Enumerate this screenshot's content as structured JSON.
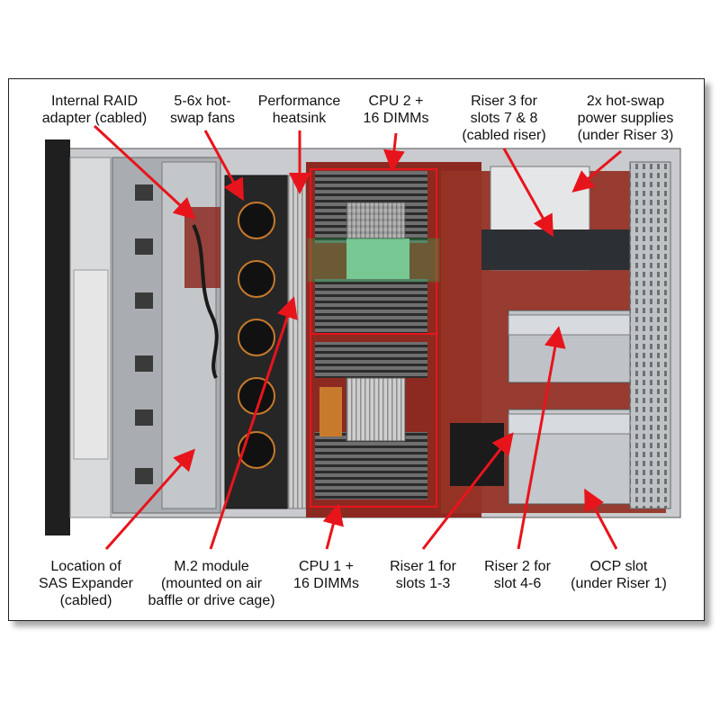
{
  "labels": {
    "raid": [
      "Internal RAID",
      "adapter (cabled)"
    ],
    "fans": [
      "5-6x hot-",
      "swap fans"
    ],
    "heatsink": [
      "Performance",
      "heatsink"
    ],
    "cpu2": [
      "CPU 2 +",
      "16 DIMMs"
    ],
    "riser3": [
      "Riser 3 for",
      "slots 7 & 8",
      "(cabled riser)"
    ],
    "psu": [
      "2x hot-swap",
      "power supplies",
      "(under Riser 3)"
    ],
    "sas": [
      "Location of",
      "SAS Expander",
      "(cabled)"
    ],
    "m2": [
      "M.2 module",
      "(mounted on air",
      "baffle or drive cage)"
    ],
    "cpu1": [
      "CPU 1 +",
      "16 DIMMs"
    ],
    "riser1": [
      "Riser 1 for",
      "slots 1-3"
    ],
    "riser2": [
      "Riser 2 for",
      "slot 4-6"
    ],
    "ocp": [
      "OCP slot",
      "(under Riser 1)"
    ]
  },
  "colors": {
    "arrow": "#e8141c",
    "highlight_red": "#e8141c",
    "highlight_green": "#22b04b",
    "board": "#8c2a22",
    "chassis": "#b9bcc0"
  }
}
